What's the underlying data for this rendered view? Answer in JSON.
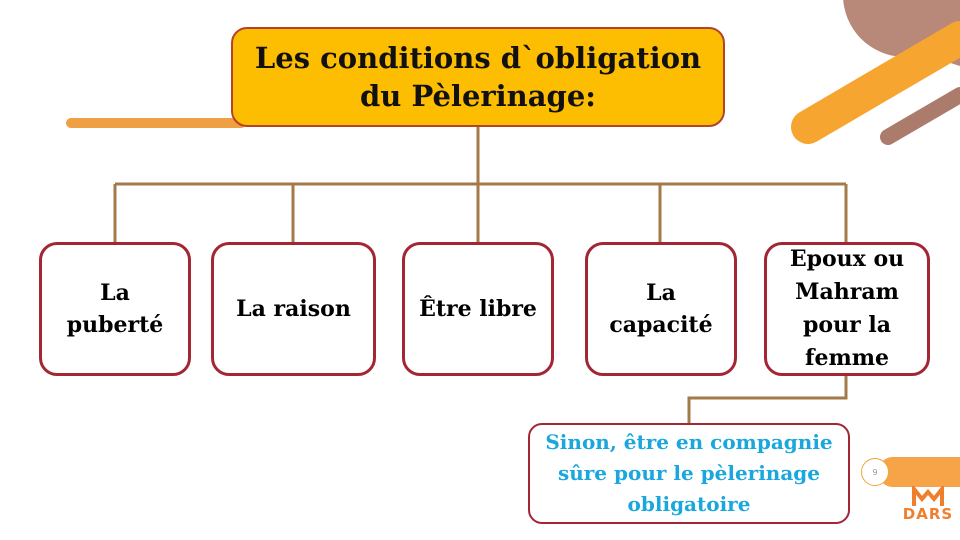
{
  "title": {
    "line1": "Les conditions d`obligation",
    "line2": "du Pèlerinage:"
  },
  "conditions": [
    {
      "lines": [
        "La",
        "puberté"
      ]
    },
    {
      "lines": [
        "La raison"
      ]
    },
    {
      "lines": [
        "Être libre"
      ]
    },
    {
      "lines": [
        "La",
        "capacité"
      ]
    },
    {
      "lines": [
        "Epoux ou",
        "Mahram",
        "pour la",
        "femme"
      ]
    }
  ],
  "note": {
    "lines": [
      "Sinon, être en compagnie",
      "sûre pour le pèlerinage",
      "obligatoire"
    ]
  },
  "page_number": "9",
  "logo": {
    "text": "DARS",
    "icon": "dars-logo-icon"
  },
  "colors": {
    "title_fill": "#fdbd00",
    "box_border": "#a32634",
    "connector": "#a57a4a",
    "note_text": "#1aa7dd",
    "accent_orange": "#f5a230",
    "accent_taupe": "#b17f70"
  }
}
